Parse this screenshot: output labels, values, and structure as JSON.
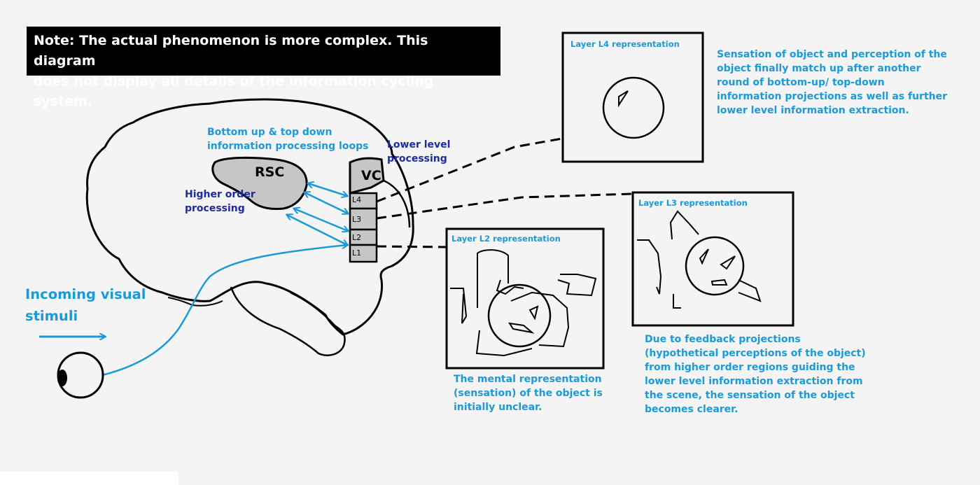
{
  "note": {
    "line1": "Note: The actual phenomenon is more complex. This diagram",
    "line2": "does not display all details of the information cycling system."
  },
  "brain": {
    "rsc_label": "RSC",
    "vc_label": "VC",
    "layers": [
      "L4",
      "L3",
      "L2",
      "L1"
    ],
    "loops_label": [
      "Bottom up & top down",
      "information processing loops"
    ],
    "lower_label": [
      "Lower level",
      "processing"
    ],
    "higher_label": [
      "Higher order",
      "processing"
    ]
  },
  "stimuli": [
    "Incoming visual",
    "stimuli"
  ],
  "panels": {
    "l4": {
      "title": "Layer L4 representation",
      "caption": [
        "Sensation of object and perception of the",
        "object finally match up after another",
        "round of bottom-up/ top-down",
        "information projections as well as further",
        "lower level information extraction."
      ]
    },
    "l3": {
      "title": "Layer L3 representation",
      "caption": [
        "Due to feedback projections",
        "(hypothetical perceptions of the object)",
        "from higher order regions guiding the",
        "lower level information extraction from",
        "the scene, the sensation of the object",
        "becomes clearer."
      ]
    },
    "l2": {
      "title": "Layer L2 representation",
      "caption": [
        "The mental representation",
        "(sensation) of the object is",
        "initially unclear."
      ]
    }
  },
  "colors": {
    "accent": "#1b9ad8",
    "navy": "#1d2aa0",
    "gray": "#c6c6c6",
    "note_bg": "#000000"
  }
}
